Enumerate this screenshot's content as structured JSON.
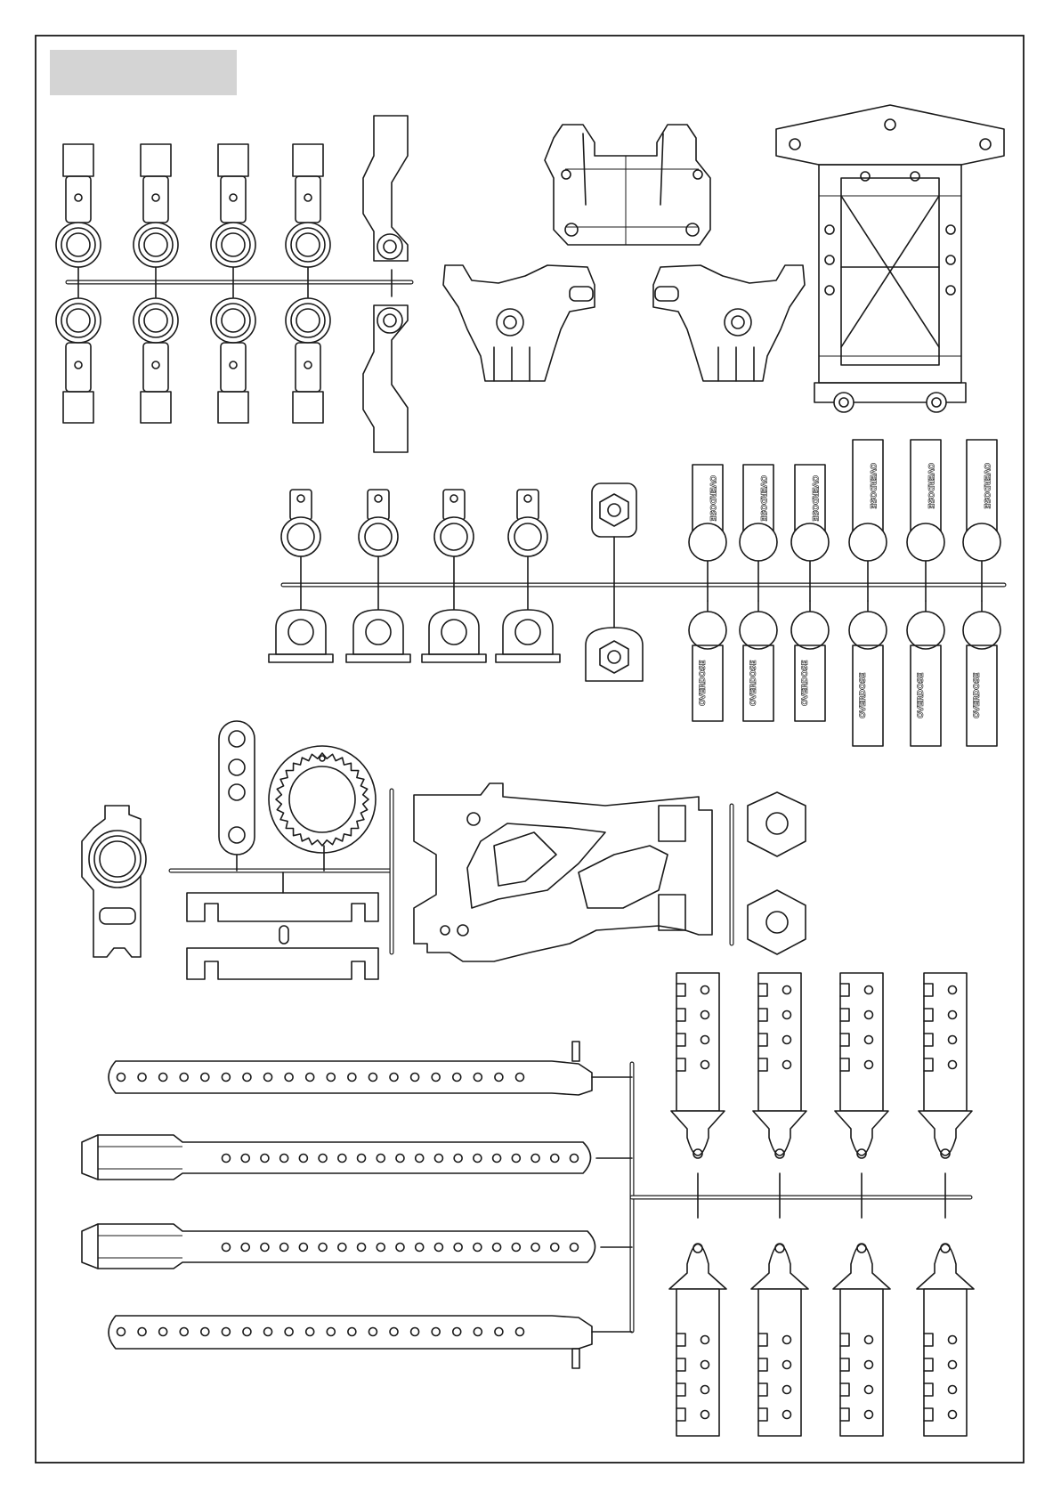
{
  "document": {
    "page_width": 1192,
    "page_height": 1685,
    "label_box": {
      "text": "",
      "color": "#d4d4d4"
    },
    "line_color": "#1a1a1a"
  },
  "stamps": {
    "brand": "OVERDOSE"
  },
  "icons": {
    "parts-tree": "parts-tree-diagram"
  }
}
